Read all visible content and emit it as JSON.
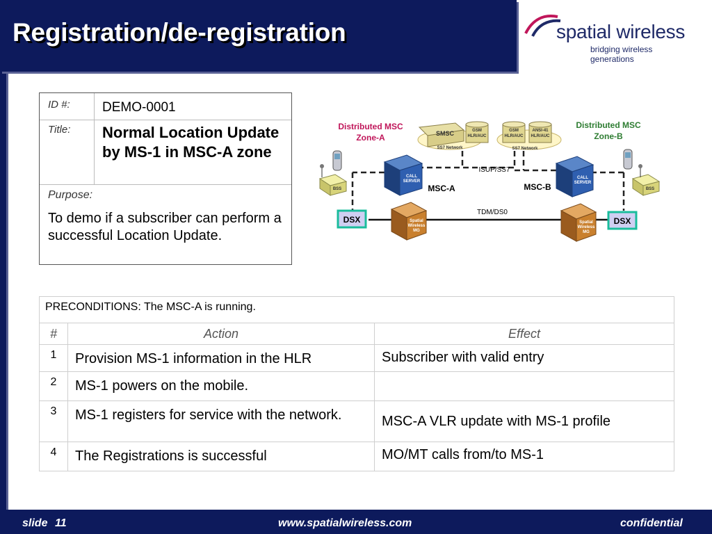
{
  "header": {
    "title": "Registration/de-registration"
  },
  "logo": {
    "name": "spatial wireless",
    "tagline": "bridging wireless generations"
  },
  "info": {
    "id_label": "ID #:",
    "id_value": "DEMO-0001",
    "title_label": "Title:",
    "title_value": "Normal Location Update by MS-1 in MSC-A zone",
    "purpose_label": "Purpose:",
    "purpose_value": "To demo if a subscriber can perform a successful Location Update."
  },
  "diagram": {
    "zone_a": [
      "Distributed MSC",
      "Zone-A"
    ],
    "zone_b": [
      "Distributed MSC",
      "Zone-B"
    ],
    "smsc": "SMSC",
    "hlr1": [
      "GSM",
      "HLR/AUC"
    ],
    "hlr2": [
      "GSM",
      "HLR/AUC"
    ],
    "hlr3": [
      "ANSI-41",
      "HLR/AUC"
    ],
    "ss7_a": "SS7 Network",
    "ss7_b": "SS7 Network",
    "isup": "ISUP/SS7",
    "tdm": "TDM/DS0",
    "msc_a": "MSC-A",
    "msc_b": "MSC-B",
    "call_server": [
      "CALL",
      "SERVER"
    ],
    "mg": [
      "Spatial",
      "Wireless",
      "MG"
    ],
    "dsx": "DSX",
    "bss": "BSS",
    "colors": {
      "zone_a": "#c0165a",
      "zone_b": "#2e7d32",
      "dsx_border": "#1abc9c",
      "dsx_fill": "#cfcff2"
    }
  },
  "steps": {
    "preconditions": "PRECONDITIONS: The MSC-A is running.",
    "headers": [
      "#",
      "Action",
      "Effect"
    ],
    "rows": [
      {
        "num": "1",
        "action": "Provision MS-1 information in the HLR",
        "effect": "Subscriber with valid entry"
      },
      {
        "num": "2",
        "action": "MS-1 powers on the mobile.",
        "effect": ""
      },
      {
        "num": "3",
        "action": "MS-1 registers for service with the network.",
        "effect": "MSC-A VLR update with MS-1 profile"
      },
      {
        "num": "4",
        "action": "The Registrations is successful",
        "effect": "MO/MT calls from/to MS-1"
      }
    ]
  },
  "footer": {
    "slide_label": "slide",
    "slide_number": "11",
    "url": "www.spatialwireless.com",
    "classification": "confidential"
  }
}
